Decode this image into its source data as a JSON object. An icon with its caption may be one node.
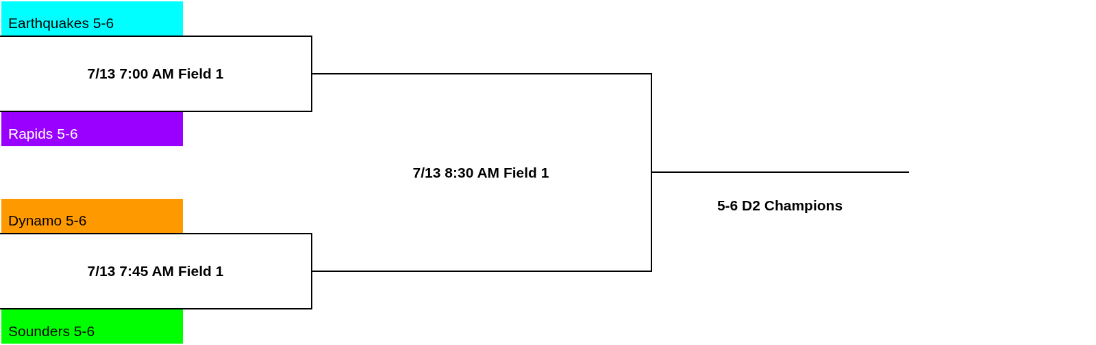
{
  "diagram": {
    "nodes": [
      {
        "text": [
          "Earthquakes 5-6"
        ]
      },
      {
        "text": [
          "7/13 7:00 AM Field 1"
        ]
      },
      {
        "text": [
          "Rapids 5-6"
        ]
      },
      {
        "text": [
          "Dynamo 5-6"
        ]
      },
      {
        "text": [
          "7/13 7:45 AM Field 1"
        ]
      },
      {
        "text": [
          "Sounders 5-6"
        ]
      },
      {
        "text": [
          "7/13 8:30 AM Field 1"
        ]
      },
      {
        "text": [
          "5-6 D2 Champions"
        ]
      }
    ]
  }
}
